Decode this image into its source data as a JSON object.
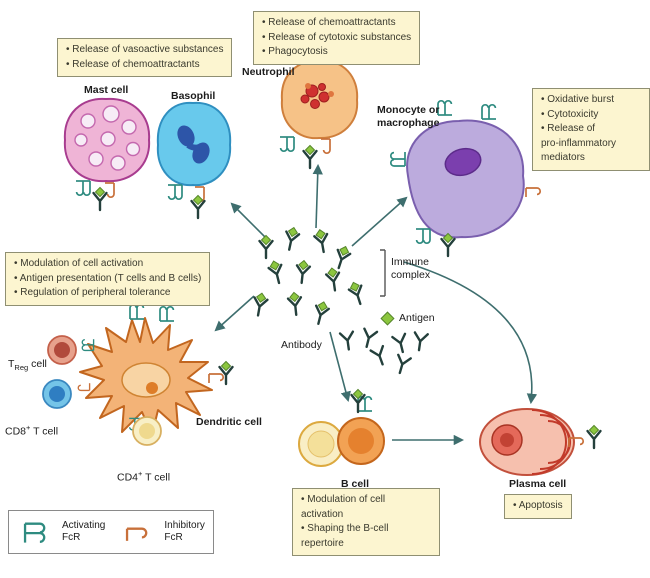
{
  "annotations": {
    "mast_basophil": "• Release of vasoactive substances\n• Release of chemoattractants",
    "neutrophil": "• Release of chemoattractants\n• Release of cytotoxic substances\n• Phagocytosis",
    "monocyte": "• Oxidative burst\n• Cytotoxicity\n• Release of\n  pro-inflammatory\n  mediators",
    "dendritic": "• Modulation of cell activation\n• Antigen presentation (T cells and B cells)\n• Regulation of peripheral tolerance",
    "b_cell": "• Modulation of cell\n  activation\n• Shaping the B-cell\n  repertoire",
    "plasma": "• Apoptosis"
  },
  "cells": {
    "mast": "Mast cell",
    "basophil": "Basophil",
    "neutrophil": "Neutrophil",
    "monocyte": "Monocyte or\nmacrophage",
    "dendritic": "Dendritic cell",
    "b_cell": "B cell",
    "plasma": "Plasma cell",
    "treg": {
      "pre": "T",
      "sub": "Reg",
      "post": " cell"
    },
    "cd8": {
      "pre": "CD8",
      "sup": "+",
      "post": " T cell"
    },
    "cd4": {
      "pre": "CD4",
      "sup": "+",
      "post": " T cell"
    }
  },
  "center": {
    "immune_complex": "Immune\ncomplex",
    "antigen": "Antigen",
    "antibody": "Antibody"
  },
  "legend": {
    "activating": "Activating\nFcR",
    "inhibitory": "Inhibitory\nFcR"
  },
  "colors": {
    "activating_fcr": "#2e8b80",
    "inhibitory_fcr": "#c8703a",
    "antigen_green": "#8cc63f",
    "note_background": "#fcf5d0",
    "arrow": "#3e6e6e"
  }
}
